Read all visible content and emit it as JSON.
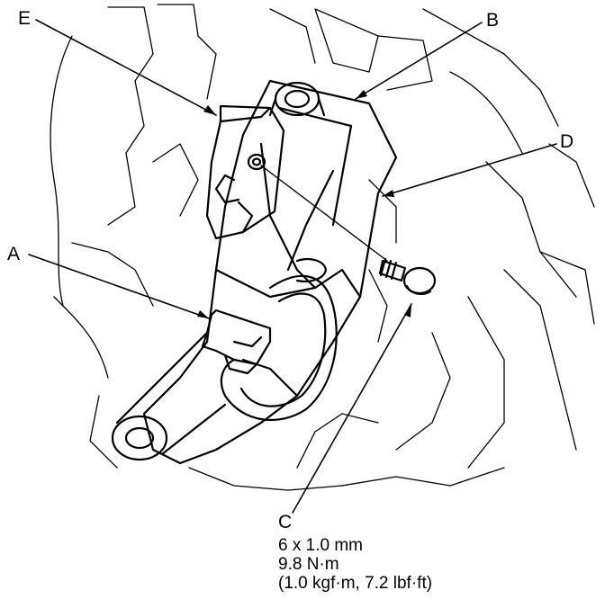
{
  "callouts": {
    "a": "A",
    "b": "B",
    "c": "C",
    "d": "D",
    "e": "E"
  },
  "bolt_spec": {
    "size": "6 x 1.0 mm",
    "torque_nm": "9.8 N·m",
    "torque_alt": "(1.0 kgf·m, 7.2 lbf·ft)"
  }
}
